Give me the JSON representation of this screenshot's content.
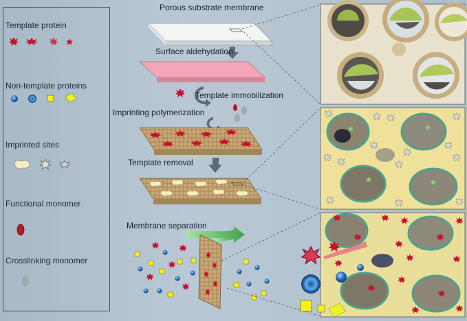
{
  "legend": {
    "template_protein": "Template protein",
    "non_template_proteins": "Non-template proteins",
    "imprinted_sites": "Imprinted sites",
    "functional_monomer": "Functional monomer",
    "crosslinking_monomer": "Crosslinking monomer"
  },
  "steps": {
    "porous_substrate": "Porous substrate membrane",
    "surface_aldehydation": "Surface aldehydation",
    "template_immobilization": "Template immobilization",
    "imprinting_polymerization": "Imprinting polymerization",
    "template_removal": "Template removal",
    "membrane_separation": "Membrane separation"
  },
  "colors": {
    "template_protein": "#c8102e",
    "aldehyde_layer": "#f2a6b8",
    "membrane": "#c9a877",
    "imprinted_site": "#f4efc0",
    "arrow": "#5d6b78"
  }
}
